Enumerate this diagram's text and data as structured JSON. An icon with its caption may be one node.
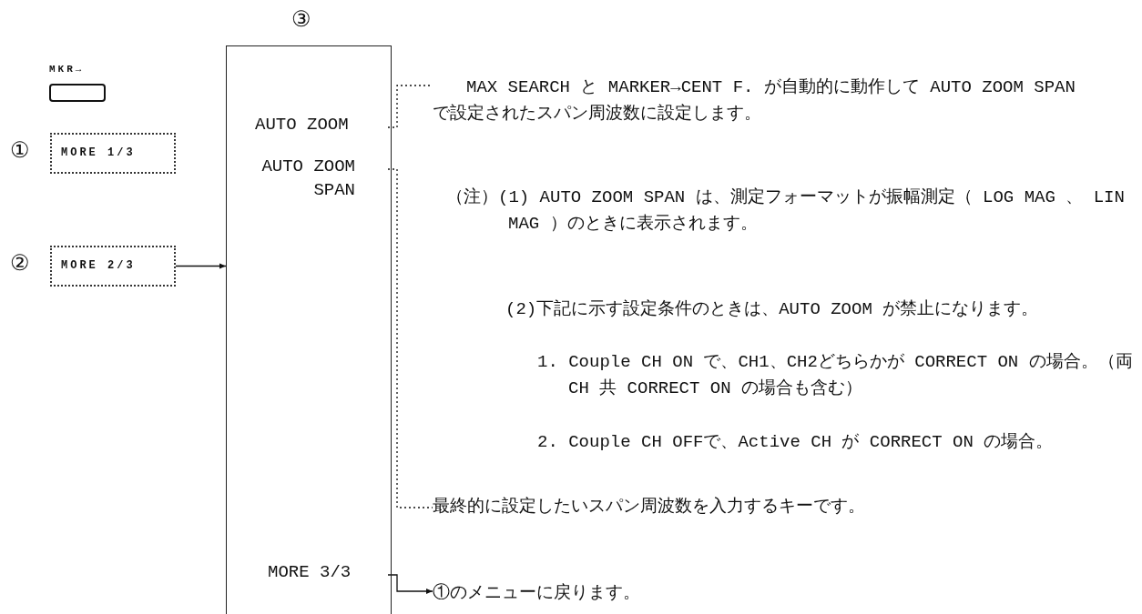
{
  "diagram": {
    "nodes": [
      {
        "text": [
          "MKR→"
        ]
      },
      {
        "text": [
          "MORE 1/3"
        ],
        "beside": [
          "①"
        ]
      },
      {
        "text": [
          "MORE 2/3"
        ],
        "beside": [
          "②"
        ]
      },
      {
        "text": [
          "③"
        ]
      },
      {
        "text": [
          "AUTO ZOOM"
        ],
        "in": 3
      },
      {
        "text": [
          "AUTO ZOOM SPAN"
        ],
        "in": 3
      },
      {
        "text": [
          "MORE 3/3"
        ],
        "in": 3
      },
      {
        "text": [
          "MAX SEARCH と MARKER→CENT F. が自動的に動作して AUTO ZOOM SPAN で設定されたスパン周波数に設定します。"
        ]
      },
      {
        "text": [
          "最終的に設定したいスパン周波数を入力するキーです。"
        ]
      },
      {
        "text": [
          "①のメニューに戻ります。"
        ]
      }
    ],
    "edges": [
      {
        "from": 2,
        "to": 3,
        "arrow": "to"
      },
      {
        "from": 4,
        "to": 7,
        "arrow": "none",
        "style": "dashed"
      },
      {
        "from": 5,
        "to": 8,
        "arrow": "none",
        "style": "dashed"
      },
      {
        "from": 6,
        "to": 9,
        "arrow": "to"
      }
    ],
    "labels": [
      "（注）(1) AUTO ZOOM SPAN は、測定フォーマットが振幅測定（ LOG MAG 、 LIN MAG ）のときに表示されます。",
      "(2)下記に示す設定条件のときは、AUTO ZOOM が禁止になります。",
      "1. Couple CH ON で、CH1、CH2どちらかが CORRECT ON の場合。（両 CH 共 CORRECT ON の場合も含む）",
      "2. Couple CH OFFで、Active CH が CORRECT ON の場合。"
    ]
  }
}
